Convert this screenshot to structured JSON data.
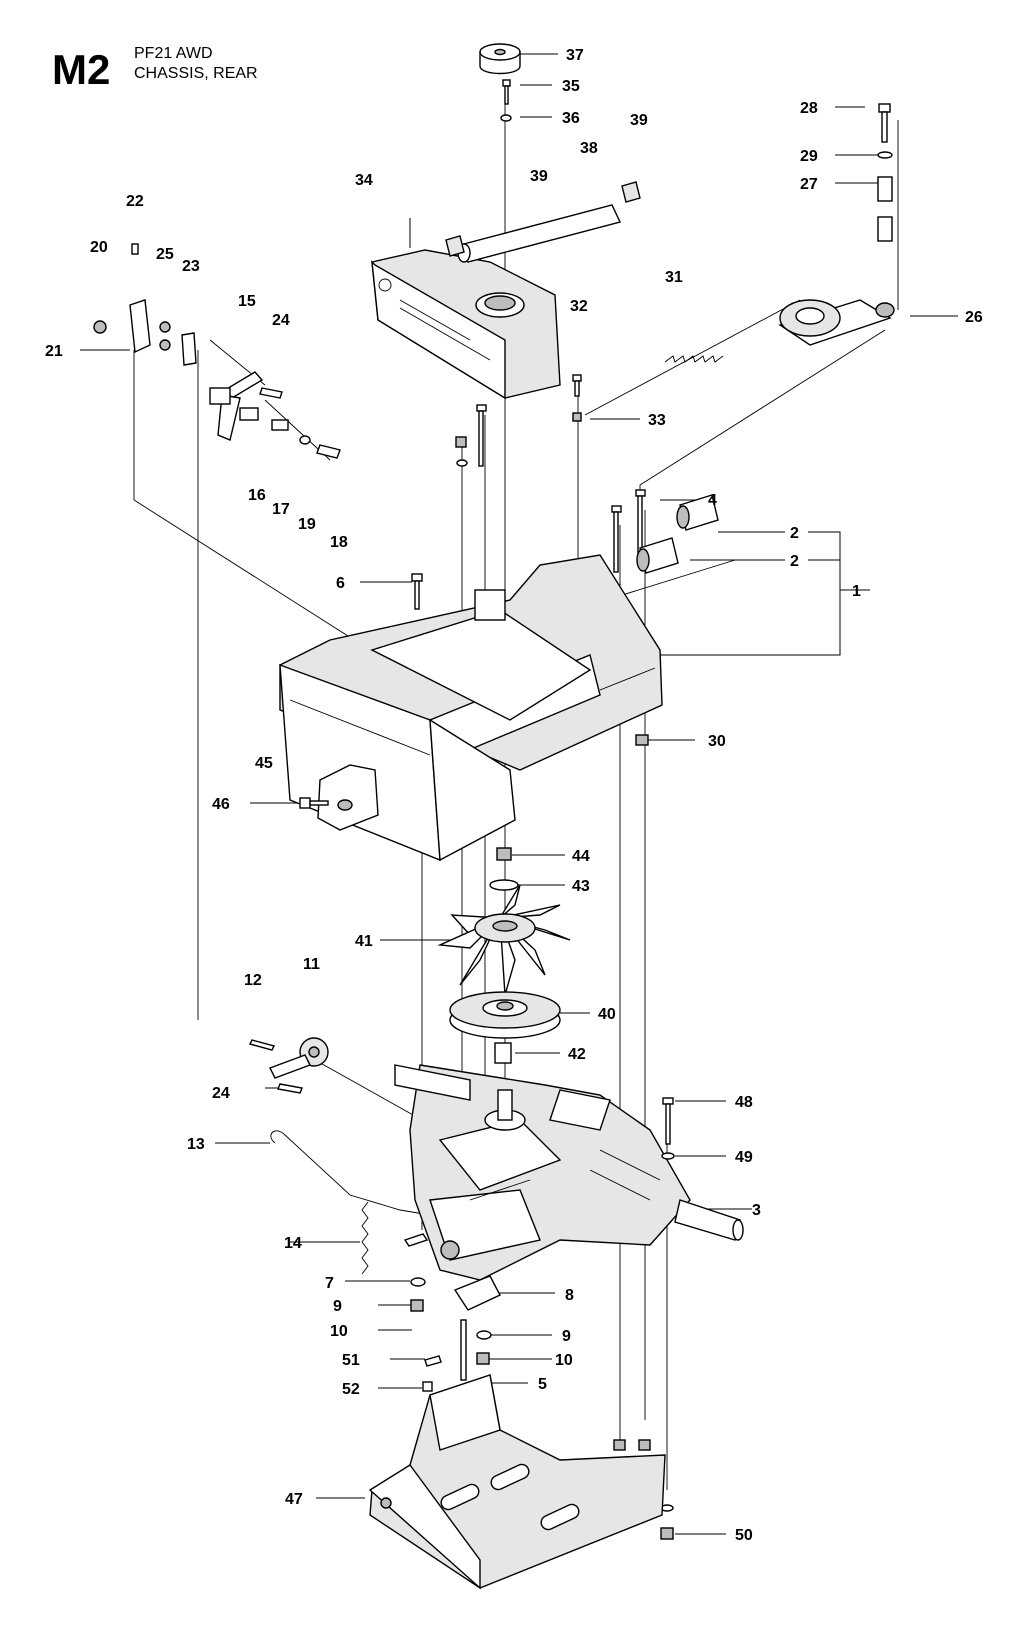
{
  "header": {
    "code": "M2",
    "model": "PF21 AWD",
    "section": "CHASSIS, REAR"
  },
  "labels": {
    "l1": "1",
    "l2a": "2",
    "l2b": "2",
    "l3": "3",
    "l4": "4",
    "l5": "5",
    "l6": "6",
    "l7": "7",
    "l8": "8",
    "l9a": "9",
    "l9b": "9",
    "l10a": "10",
    "l10b": "10",
    "l11": "11",
    "l12": "12",
    "l13": "13",
    "l14": "14",
    "l15": "15",
    "l16": "16",
    "l17": "17",
    "l18": "18",
    "l19": "19",
    "l20": "20",
    "l21": "21",
    "l22": "22",
    "l23": "23",
    "l24a": "24",
    "l24b": "24",
    "l25": "25",
    "l26": "26",
    "l27": "27",
    "l28": "28",
    "l29": "29",
    "l30": "30",
    "l31": "31",
    "l32": "32",
    "l33": "33",
    "l34": "34",
    "l35": "35",
    "l36": "36",
    "l37": "37",
    "l38": "38",
    "l39a": "39",
    "l39b": "39",
    "l40": "40",
    "l41": "41",
    "l42": "42",
    "l43": "43",
    "l44": "44",
    "l45": "45",
    "l46": "46",
    "l47": "47",
    "l48": "48",
    "l49": "49",
    "l50": "50",
    "l51": "51",
    "l52": "52"
  }
}
